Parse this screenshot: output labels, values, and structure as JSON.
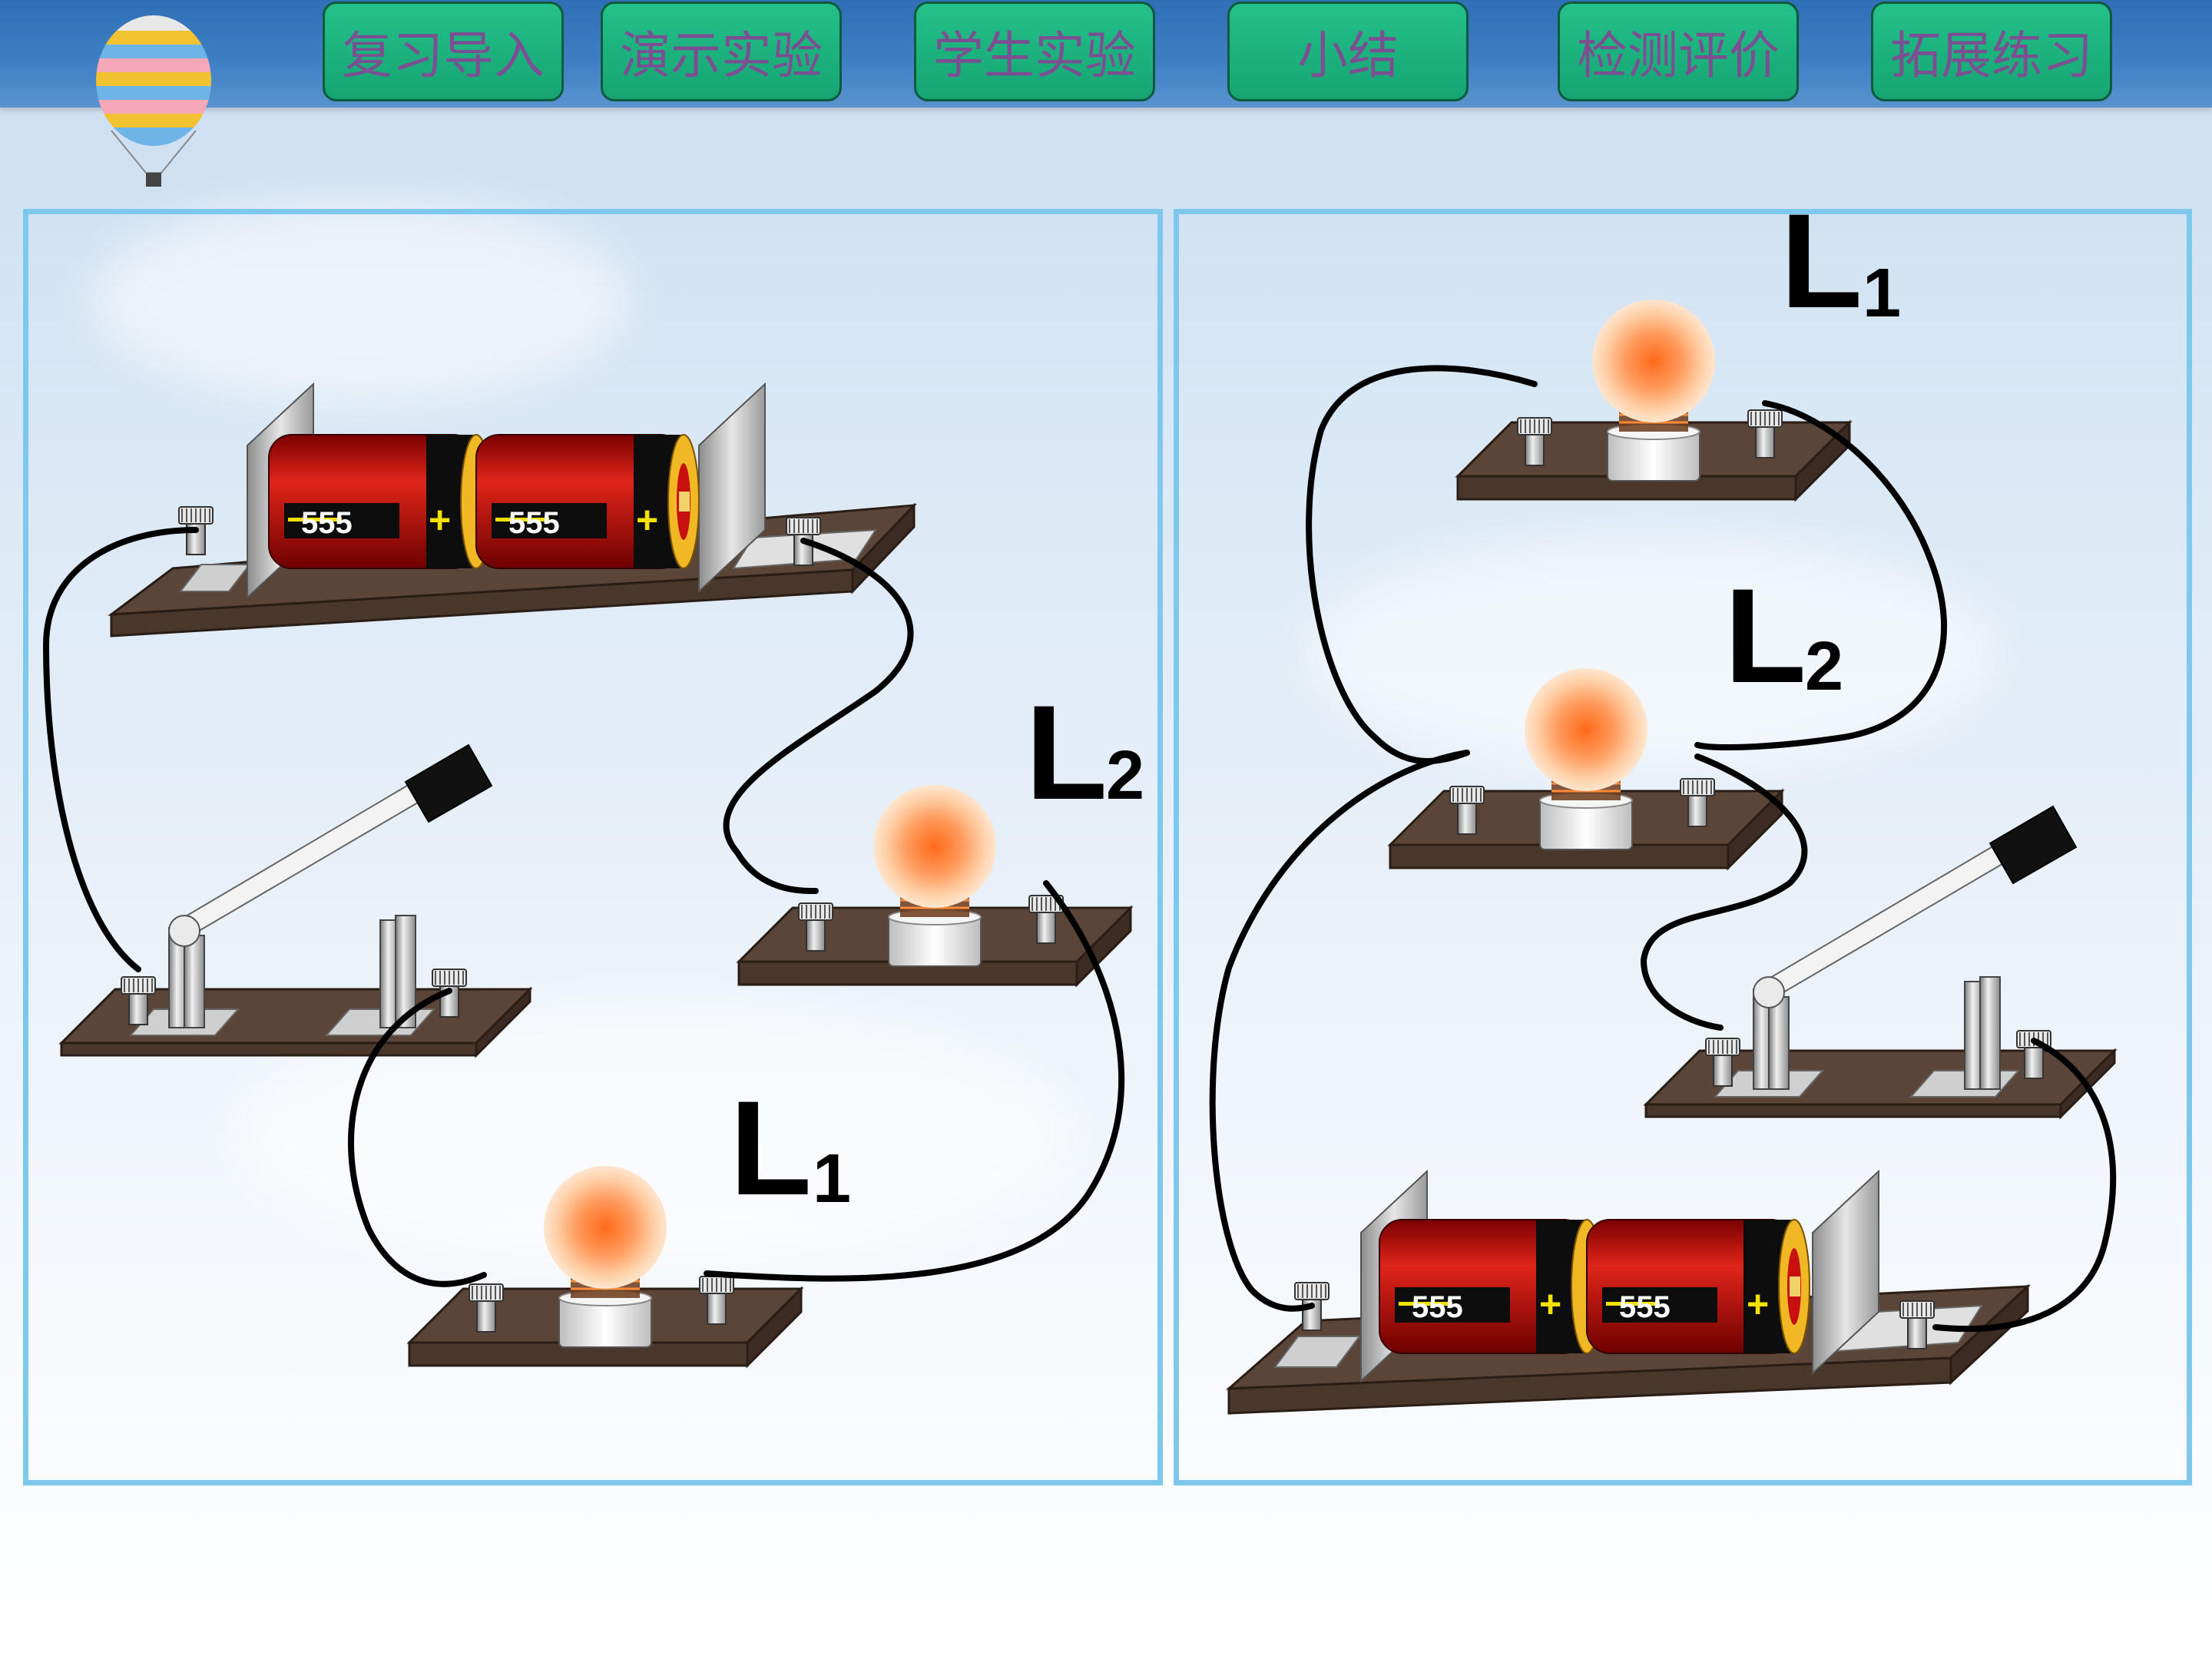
{
  "nav": {
    "items": [
      "复习导入",
      "演示实验",
      "学生实验",
      "小结",
      "检测评价",
      "拓展练习"
    ]
  },
  "series_circuit": {
    "lamp_top_label": "L",
    "lamp_top_sub": "2",
    "lamp_bottom_label": "L",
    "lamp_bottom_sub": "1"
  },
  "parallel_circuit": {
    "lamp_top_label": "L",
    "lamp_top_sub": "1",
    "lamp_mid_label": "L",
    "lamp_mid_sub": "2"
  },
  "battery": {
    "marking": "555",
    "plus": "+"
  },
  "colors": {
    "nav_button": "#1db07e",
    "nav_text": "#7b4f92",
    "topbar": "#3f80c5",
    "panel_border": "#7ec8ee",
    "base_wood": "#5a4538",
    "battery_red": "#c8100e",
    "bulb_glow": "#ff7a3a",
    "wire": "#000000"
  }
}
